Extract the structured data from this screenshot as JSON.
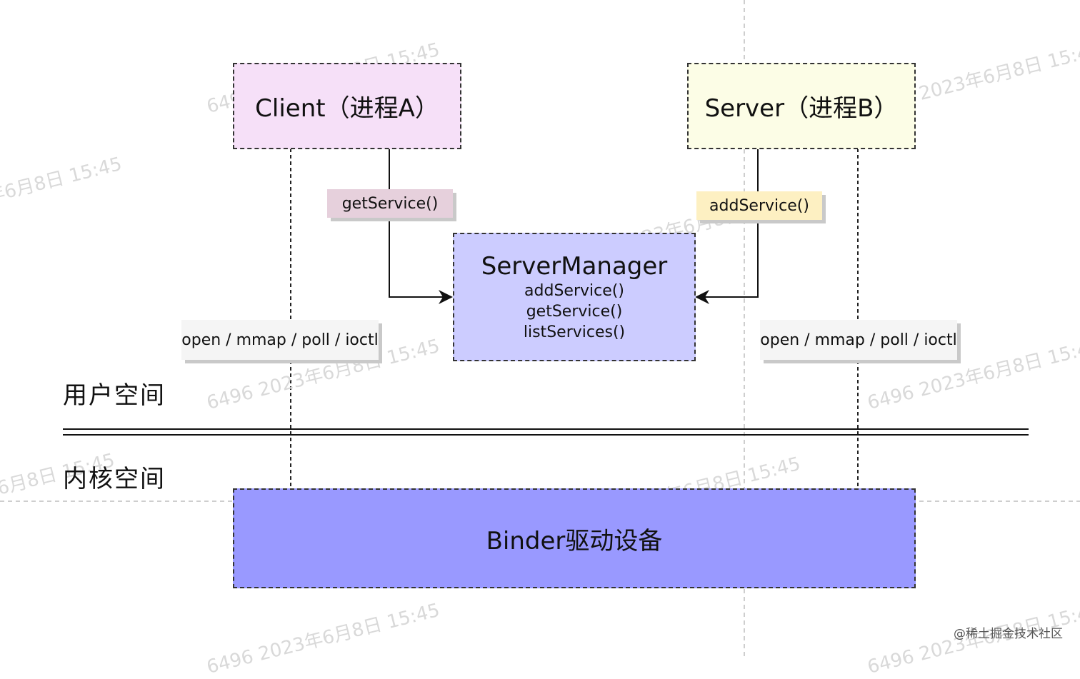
{
  "client": {
    "label": "Client（进程A）",
    "color": "#f6e0f8"
  },
  "server": {
    "label": "Server（进程B）",
    "color": "#fcfde6"
  },
  "get_service_label": "getService()",
  "add_service_label": "addService()",
  "service_manager": {
    "title": "ServerManager",
    "methods": [
      "addService()",
      "getService()",
      "listServices()"
    ],
    "color": "#ccccff"
  },
  "syscalls_left": "open / mmap / poll / ioctl",
  "syscalls_right": "open / mmap / poll / ioctl",
  "user_space_label": "用户空间",
  "kernel_space_label": "内核空间",
  "binder_driver": {
    "label": "Binder驱动设备",
    "color": "#9999ff"
  },
  "watermark_text": "6496 2023年6月8日 15:45",
  "credit": "@稀土掘金技术社区"
}
